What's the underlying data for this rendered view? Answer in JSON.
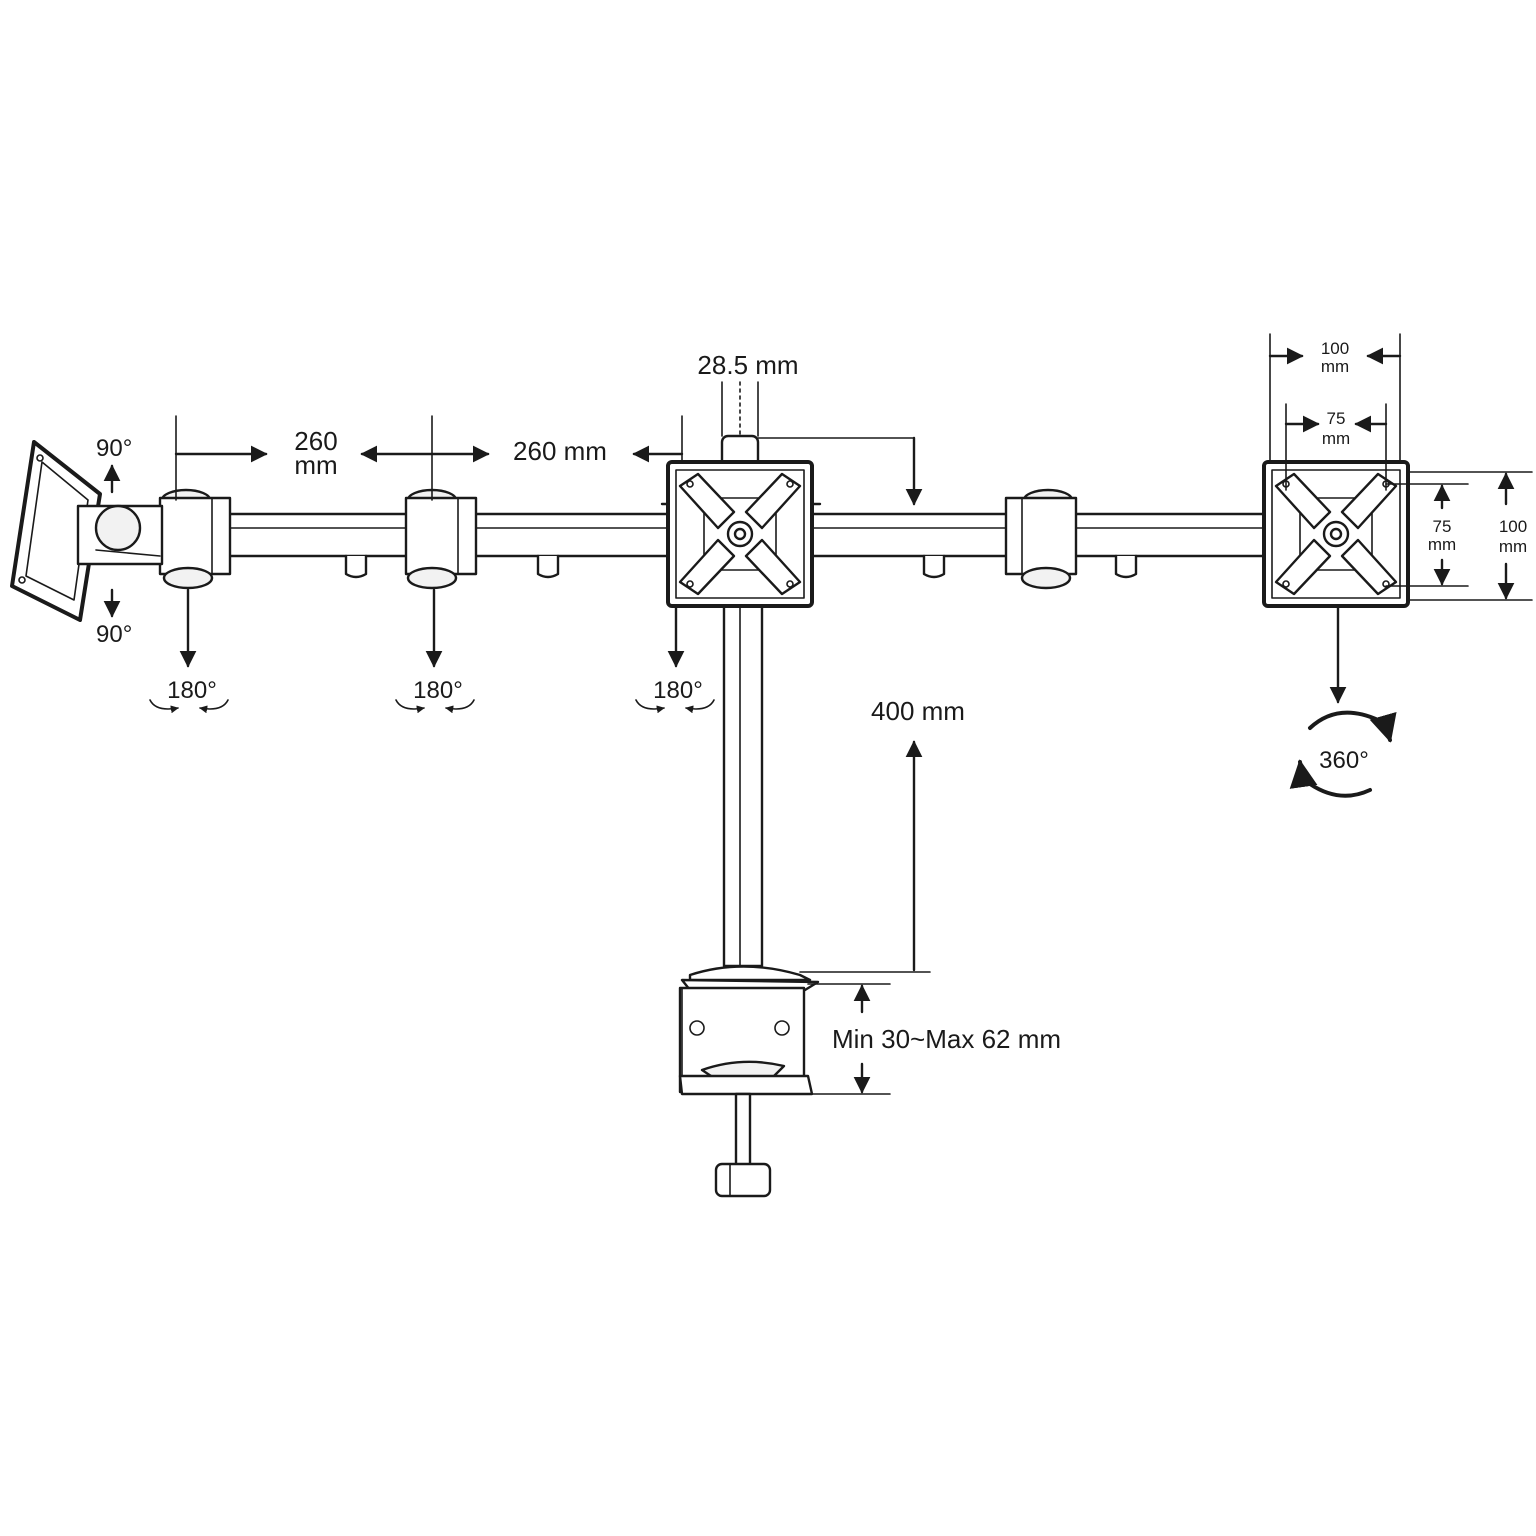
{
  "labels": {
    "tilt_up": "90°",
    "tilt_down": "90°",
    "arm_length_1_value": "260",
    "arm_length_1_unit": "mm",
    "arm_length_2": "260 mm",
    "pole_diameter": "28.5 mm",
    "swivel_1": "180°",
    "swivel_2": "180°",
    "swivel_3": "180°",
    "pole_height": "400 mm",
    "clamp_range": "Min 30~Max 62 mm",
    "vesa_outer_h_value": "100",
    "vesa_outer_h_unit": "mm",
    "vesa_inner_h_value": "75",
    "vesa_inner_h_unit": "mm",
    "vesa_inner_v_value": "75",
    "vesa_inner_v_unit": "mm",
    "vesa_outer_v_value": "100",
    "vesa_outer_v_unit": "mm",
    "rotation": "360°"
  }
}
